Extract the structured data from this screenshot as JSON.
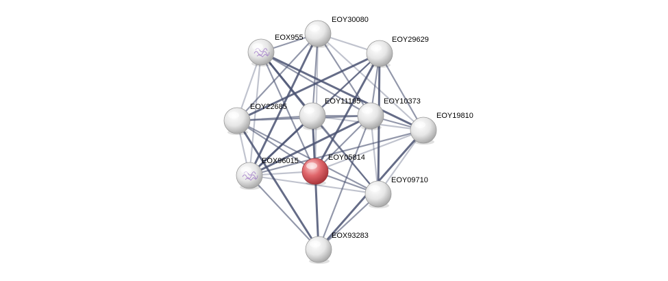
{
  "network": {
    "nodes": [
      {
        "id": "EOY30080",
        "label": "EOY30080",
        "highlight": false,
        "structure": false
      },
      {
        "id": "EOX955",
        "label": "EOX955",
        "highlight": false,
        "structure": true
      },
      {
        "id": "EOY29629",
        "label": "EOY29629",
        "highlight": false,
        "structure": false
      },
      {
        "id": "EOY22685",
        "label": "EOY22685",
        "highlight": false,
        "structure": false
      },
      {
        "id": "EOY11195",
        "label": "EOY11195",
        "highlight": false,
        "structure": false
      },
      {
        "id": "EOY10373",
        "label": "EOY10373",
        "highlight": false,
        "structure": false
      },
      {
        "id": "EOY19810",
        "label": "EOY19810",
        "highlight": false,
        "structure": false
      },
      {
        "id": "EOX96015",
        "label": "EOX96015",
        "highlight": false,
        "structure": true
      },
      {
        "id": "EOY05814",
        "label": "EOY05814",
        "highlight": true,
        "structure": false
      },
      {
        "id": "EOY09710",
        "label": "EOY09710",
        "highlight": false,
        "structure": false
      },
      {
        "id": "EOX93283",
        "label": "EOX93283",
        "highlight": false,
        "structure": false
      }
    ],
    "edges": [
      [
        "EOY05814",
        "EOY11195"
      ],
      [
        "EOY05814",
        "EOY22685"
      ],
      [
        "EOY05814",
        "EOX955"
      ],
      [
        "EOY05814",
        "EOY30080"
      ],
      [
        "EOY05814",
        "EOY29629"
      ],
      [
        "EOY05814",
        "EOY10373"
      ],
      [
        "EOY05814",
        "EOY19810"
      ],
      [
        "EOY05814",
        "EOY09710"
      ],
      [
        "EOY05814",
        "EOX93283"
      ],
      [
        "EOY05814",
        "EOX96015"
      ],
      [
        "EOY11195",
        "EOY30080"
      ],
      [
        "EOY11195",
        "EOY29629"
      ],
      [
        "EOY11195",
        "EOX955"
      ],
      [
        "EOY11195",
        "EOY22685"
      ],
      [
        "EOY11195",
        "EOY10373"
      ],
      [
        "EOY11195",
        "EOY19810"
      ],
      [
        "EOY11195",
        "EOX96015"
      ],
      [
        "EOY11195",
        "EOY09710"
      ],
      [
        "EOY22685",
        "EOX955"
      ],
      [
        "EOY22685",
        "EOY30080"
      ],
      [
        "EOY22685",
        "EOY29629"
      ],
      [
        "EOY22685",
        "EOX96015"
      ],
      [
        "EOY22685",
        "EOY10373"
      ],
      [
        "EOY22685",
        "EOY09710"
      ],
      [
        "EOY22685",
        "EOX93283"
      ],
      [
        "EOX955",
        "EOY30080"
      ],
      [
        "EOX955",
        "EOY10373"
      ],
      [
        "EOX955",
        "EOX96015"
      ],
      [
        "EOX955",
        "EOY19810"
      ],
      [
        "EOX955",
        "EOY09710"
      ],
      [
        "EOY30080",
        "EOY29629"
      ],
      [
        "EOY30080",
        "EOY10373"
      ],
      [
        "EOY30080",
        "EOX96015"
      ],
      [
        "EOY30080",
        "EOY19810"
      ],
      [
        "EOY29629",
        "EOY10373"
      ],
      [
        "EOY29629",
        "EOX96015"
      ],
      [
        "EOY29629",
        "EOY09710"
      ],
      [
        "EOY29629",
        "EOY19810"
      ],
      [
        "EOY10373",
        "EOY19810"
      ],
      [
        "EOY10373",
        "EOY09710"
      ],
      [
        "EOY10373",
        "EOX96015"
      ],
      [
        "EOY10373",
        "EOX93283"
      ],
      [
        "EOY19810",
        "EOY09710"
      ],
      [
        "EOY19810",
        "EOX96015"
      ],
      [
        "EOY19810",
        "EOX93283"
      ],
      [
        "EOX96015",
        "EOY09710"
      ],
      [
        "EOX96015",
        "EOX93283"
      ],
      [
        "EOY09710",
        "EOX93283"
      ]
    ],
    "colors": {
      "edge": "#4a5272",
      "node_fill": "#eeeeee",
      "highlight_fill": "#e0666b",
      "structure_tint": "#9b72c4"
    }
  }
}
